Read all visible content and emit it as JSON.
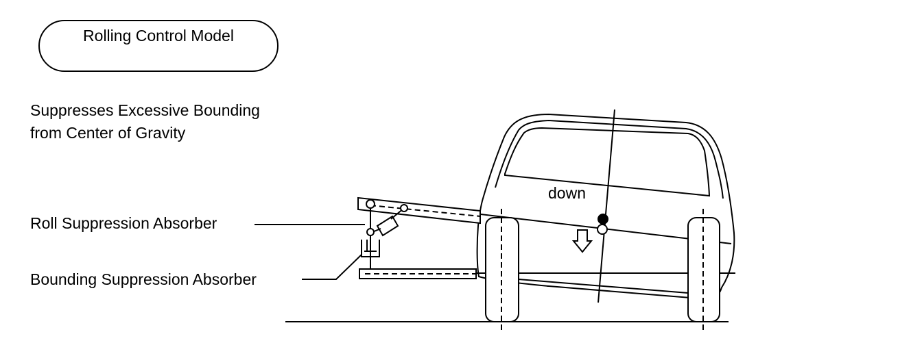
{
  "title": "Rolling Control Model",
  "description_lines": [
    "Suppresses Excessive Bounding",
    "from Center of Gravity"
  ],
  "labels": {
    "roll_absorber": "Roll Suppression Absorber",
    "bounding_absorber": "Bounding Suppression Absorber",
    "down": "down"
  }
}
